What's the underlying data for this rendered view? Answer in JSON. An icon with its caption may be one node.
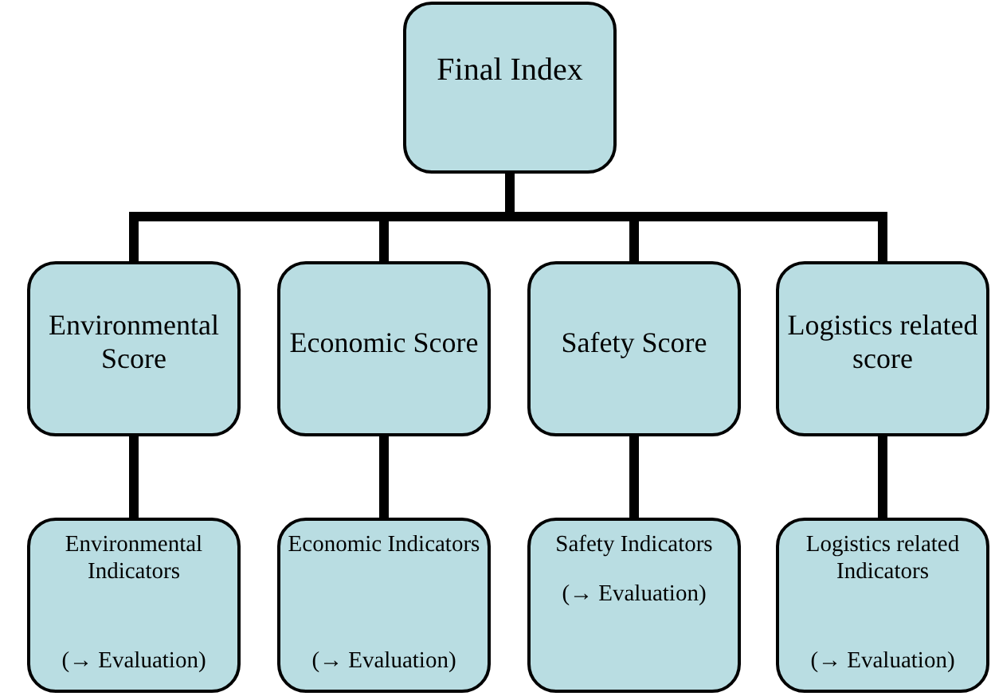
{
  "diagram": {
    "nodes": [
      {
        "text": [
          "Final Index"
        ]
      },
      {
        "text": [
          "Environmental Score"
        ]
      },
      {
        "text": [
          "Economic Score"
        ]
      },
      {
        "text": [
          "Safety Score"
        ]
      },
      {
        "text": [
          "Logistics related score"
        ]
      },
      {
        "text": [
          "Environmental Indicators",
          "(→ Evaluation)"
        ]
      },
      {
        "text": [
          "Economic Indicators",
          "(→ Evaluation)"
        ]
      },
      {
        "text": [
          "Safety Indicators",
          "(→ Evaluation)"
        ]
      },
      {
        "text": [
          "Logistics related Indicators",
          "(→ Evaluation)"
        ]
      }
    ],
    "edges": [
      {
        "from": 0,
        "to": 1,
        "arrow": "none"
      },
      {
        "from": 0,
        "to": 2,
        "arrow": "none"
      },
      {
        "from": 0,
        "to": 3,
        "arrow": "none"
      },
      {
        "from": 0,
        "to": 4,
        "arrow": "none"
      },
      {
        "from": 1,
        "to": 5,
        "arrow": "none"
      },
      {
        "from": 2,
        "to": 6,
        "arrow": "none"
      },
      {
        "from": 3,
        "to": 7,
        "arrow": "none"
      },
      {
        "from": 4,
        "to": 8,
        "arrow": "none"
      }
    ]
  }
}
